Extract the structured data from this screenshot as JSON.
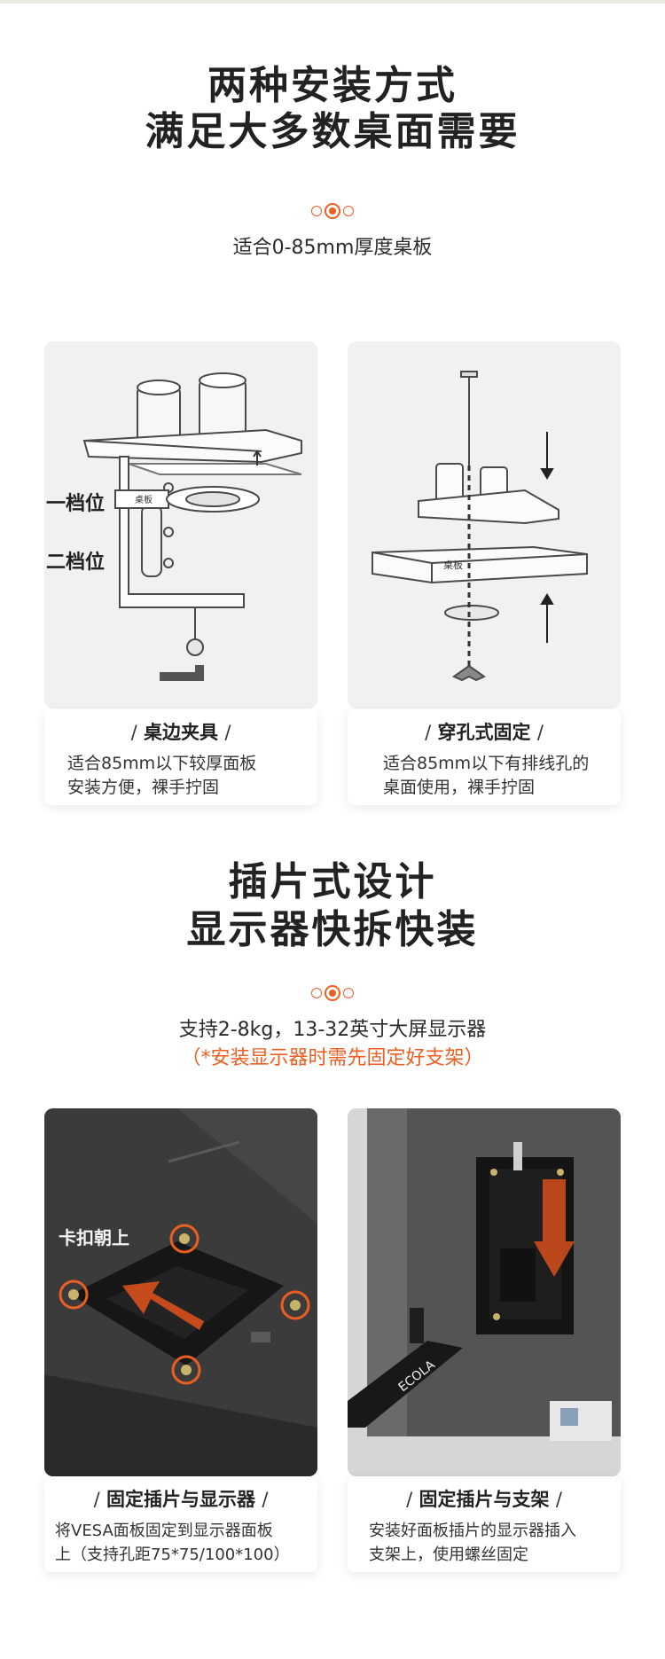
{
  "section1": {
    "title_line1": "两种安装方式",
    "title_line2": "满足大多数桌面需要",
    "subtitle": "适合0-85mm厚度桌板",
    "cards": [
      {
        "heading": "桌边夹具",
        "desc_line1": "适合85mm以下较厚面板",
        "desc_line2": "安装方便，裸手拧固",
        "label_gear1": "一档位",
        "label_gear2": "二档位",
        "board_label": "桌板"
      },
      {
        "heading": "穿孔式固定",
        "desc_line1": "适合85mm以下有排线孔的",
        "desc_line2": "桌面使用，裸手拧固",
        "board_label": "桌板"
      }
    ]
  },
  "section2": {
    "title_line1": "插片式设计",
    "title_line2": "显示器快拆快装",
    "subtitle": "支持2-8kg，13-32英寸大屏显示器",
    "note": "（*安装显示器时需先固定好支架）",
    "cards": [
      {
        "heading": "固定插片与显示器",
        "desc_line1": "将VESA面板固定到显示器面板",
        "desc_line2": "上（支持孔距75*75/100*100）",
        "label_clip": "卡扣朝上"
      },
      {
        "heading": "固定插片与支架",
        "desc_line1": "安装好面板插片的显示器插入",
        "desc_line2": "支架上，使用螺丝固定",
        "arm_brand": "ECOLA"
      }
    ]
  },
  "slash": "/",
  "colors": {
    "accent": "#ec5f22",
    "card_bg": "#f1f1f1",
    "text": "#222222"
  }
}
